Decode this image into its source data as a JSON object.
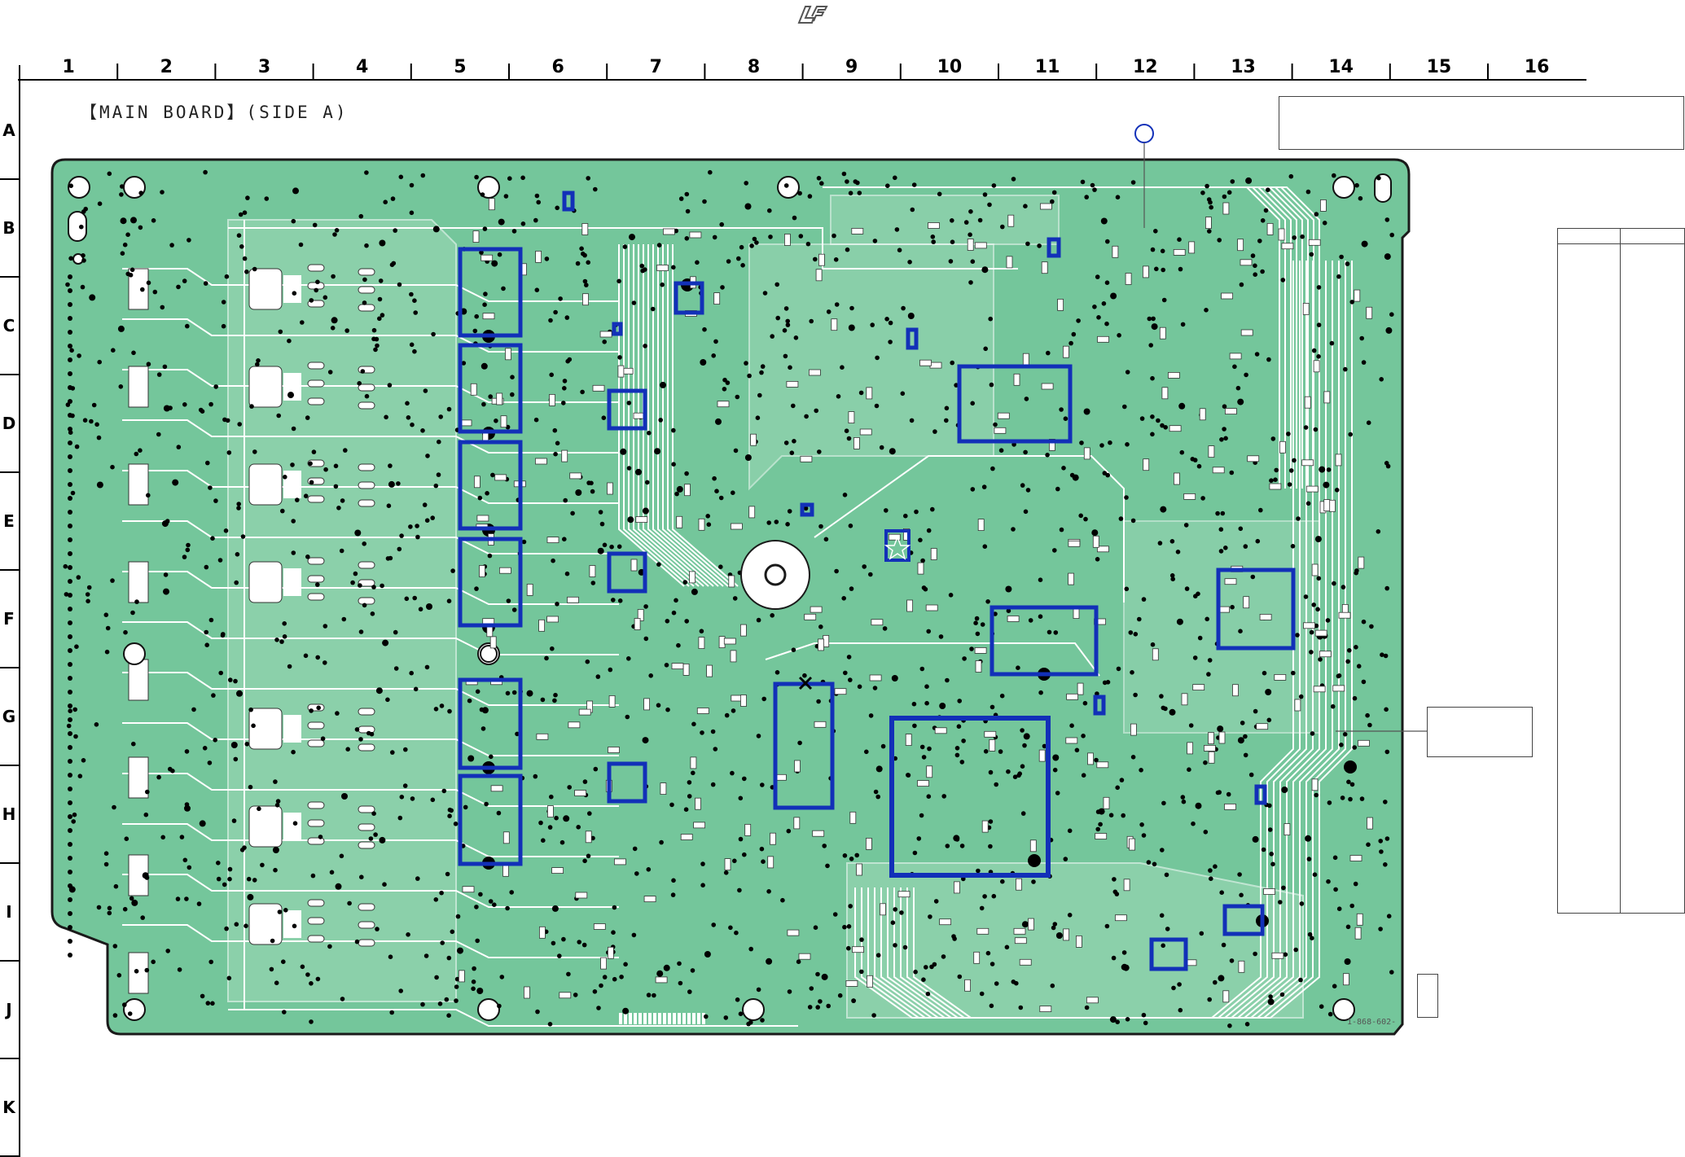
{
  "board": {
    "title": "【MAIN BOARD】(SIDE A)",
    "code": "1-868-602-"
  },
  "grid": {
    "columns": [
      "1",
      "2",
      "3",
      "4",
      "5",
      "6",
      "7",
      "8",
      "9",
      "10",
      "11",
      "12",
      "13",
      "14",
      "15",
      "16"
    ],
    "rows": [
      "A",
      "B",
      "C",
      "D",
      "E",
      "F",
      "G",
      "H",
      "I",
      "J",
      "K"
    ]
  },
  "colors": {
    "board_fill": "#74c69b",
    "board_light": "#9fd9b8",
    "trace": "#ffffff",
    "highlight": "#1230b8",
    "outline": "#1a1a1a",
    "via": "#000000"
  },
  "icons": [
    "logo-icon",
    "reference-circle-icon",
    "star-marker-icon",
    "cross-marker-icon"
  ]
}
